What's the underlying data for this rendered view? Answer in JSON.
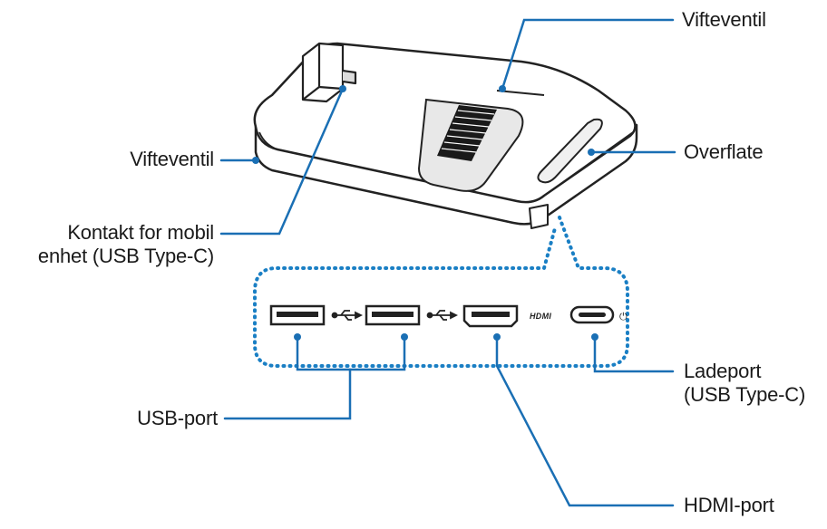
{
  "labels": {
    "fan_vent_top": "Vifteventil",
    "fan_vent_left": "Vifteventil",
    "surface": "Overflate",
    "connector_line1": "Kontakt for mobil",
    "connector_line2": "enhet (USB Type-C)",
    "usb_port": "USB-port",
    "charging_port_line1": "Ladeport",
    "charging_port_line2": "(USB Type-C)",
    "hdmi_port": "HDMI-port"
  },
  "port_marks": {
    "hdmi_logo": "HDMI",
    "power_symbol": "⏻"
  },
  "colors": {
    "leader": "#1a6fb4",
    "dotted": "#1a7fc4",
    "outline": "#222222",
    "device_fill": "#ffffff",
    "shade": "#e6e6e6"
  }
}
